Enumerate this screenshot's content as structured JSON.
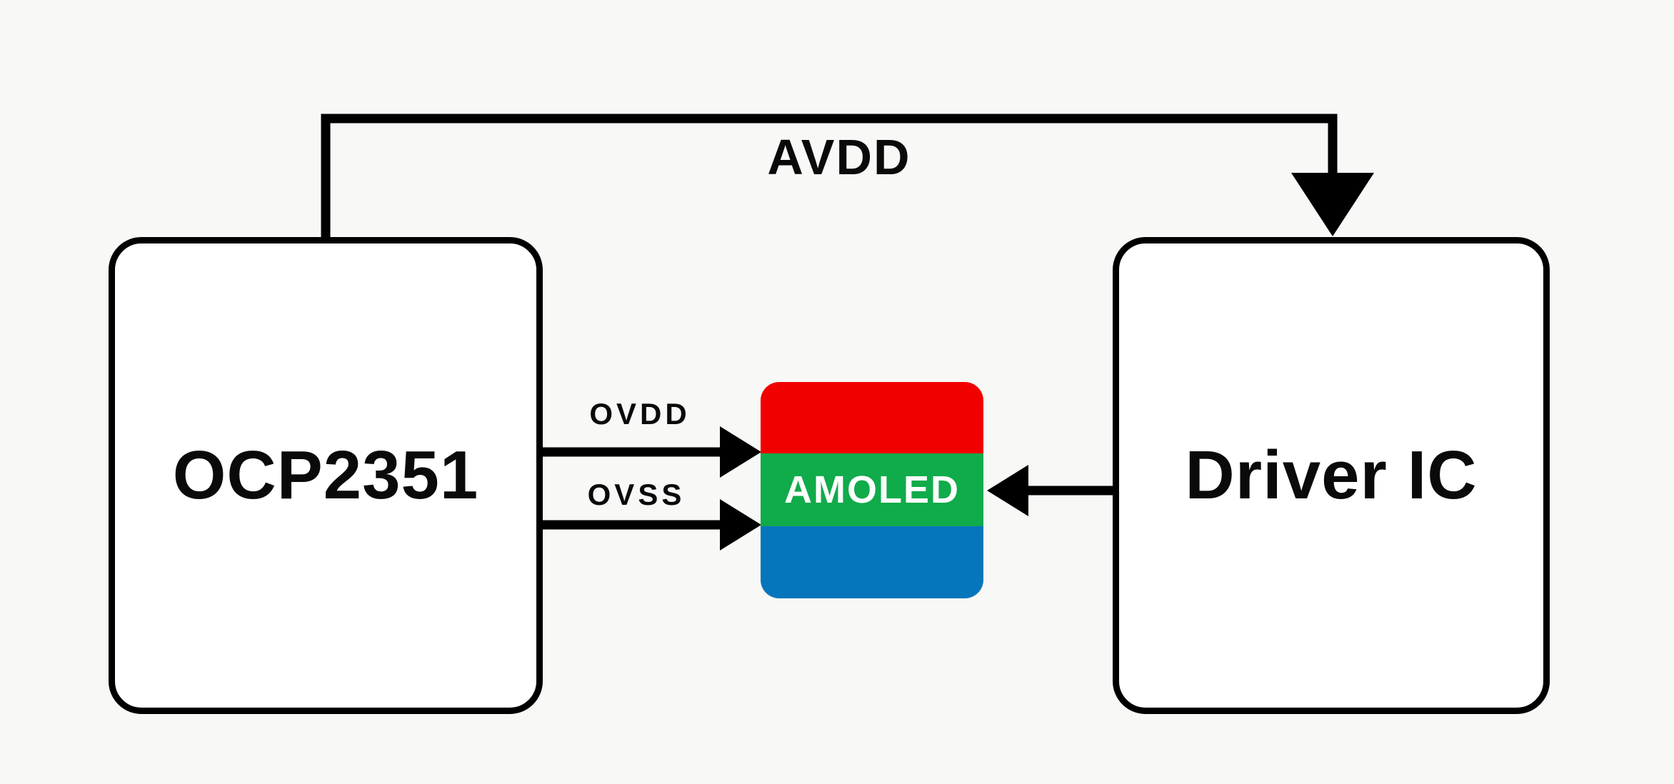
{
  "background": "#f8f8f6",
  "line_color": "#000000",
  "text_color": "#0a0a0a",
  "blocks": {
    "ocp2351": {
      "label": "OCP2351",
      "fill": "#ffffff"
    },
    "driver_ic": {
      "label": "Driver IC",
      "fill": "#ffffff"
    },
    "amoled": {
      "label": "AMOLED",
      "label_color": "#ffffff",
      "stripes": {
        "red": "#f10000",
        "green": "#10ab4a",
        "blue": "#0676bc"
      }
    }
  },
  "signals": {
    "avdd": {
      "label": "AVDD"
    },
    "ovdd": {
      "label": "OVDD"
    },
    "ovss": {
      "label": "OVSS"
    }
  }
}
